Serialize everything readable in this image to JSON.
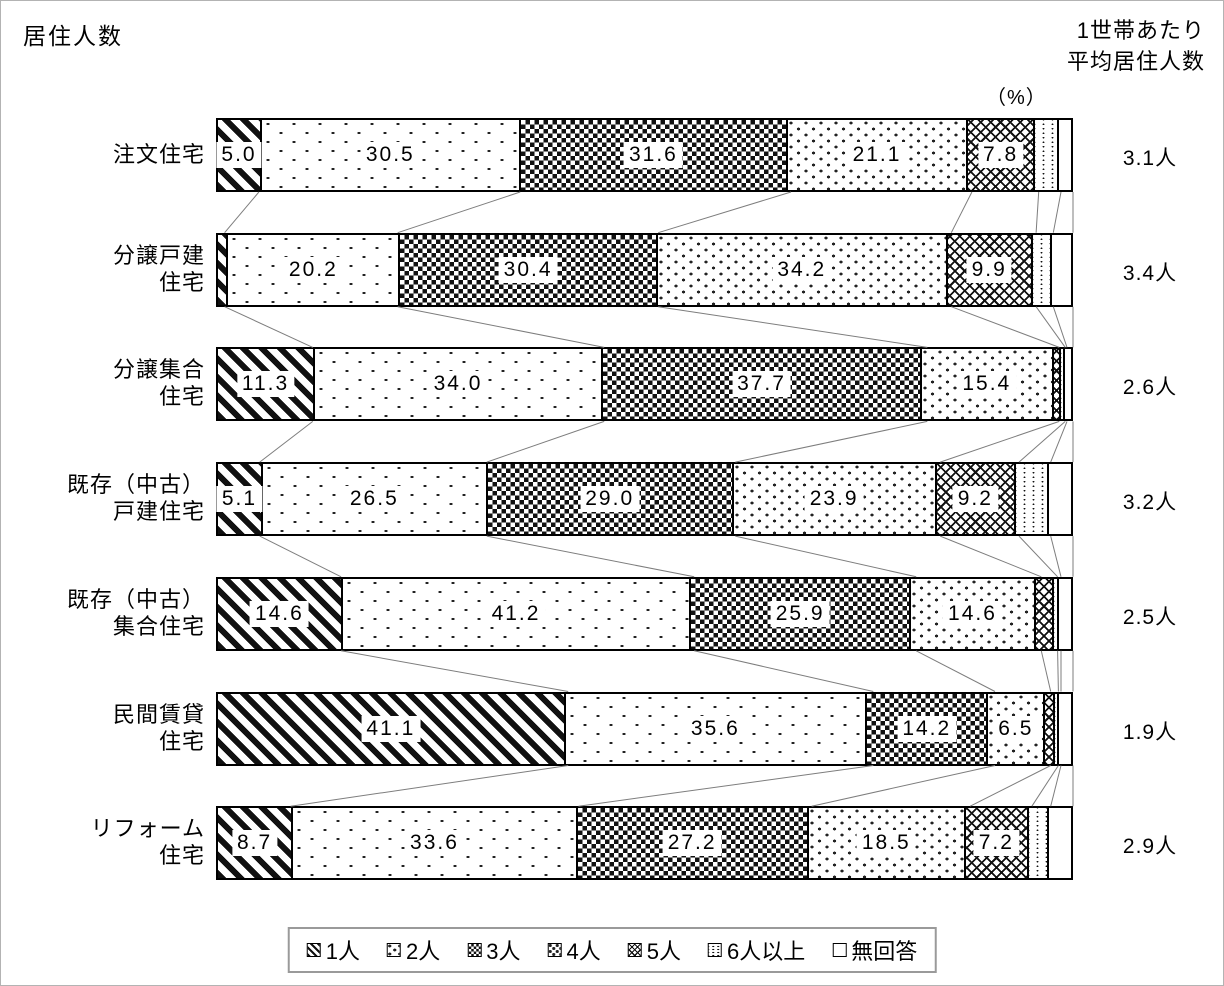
{
  "title": "居住人数",
  "right_header": {
    "line1": "1世帯あたり",
    "line2": "平均居住人数"
  },
  "unit_label": "（%）",
  "colors": {
    "ink": "#000000",
    "connector": "#7d7d7d",
    "legend_border": "#9a9a9a"
  },
  "legend": {
    "items": [
      {
        "key": "p1",
        "label": "1人"
      },
      {
        "key": "p2",
        "label": "2人"
      },
      {
        "key": "p3",
        "label": "3人"
      },
      {
        "key": "p4",
        "label": "4人"
      },
      {
        "key": "p5",
        "label": "5人"
      },
      {
        "key": "p6",
        "label": "6人以上"
      },
      {
        "key": "p7",
        "label": "無回答"
      }
    ]
  },
  "chart_data": {
    "type": "bar",
    "variant": "horizontal-stacked-100pct",
    "unit": "%",
    "series_labels": [
      "1人",
      "2人",
      "3人",
      "4人",
      "5人",
      "6人以上",
      "無回答"
    ],
    "categories": [
      "注文住宅",
      "分譲戸建住宅",
      "分譲集合住宅",
      "既存（中古）戸建住宅",
      "既存（中古）集合住宅",
      "民間賃貸住宅",
      "リフォーム住宅"
    ],
    "xlim": [
      0,
      100
    ],
    "grid": false,
    "legend_position": "bottom",
    "right_axis_label": "1世帯あたり平均居住人数",
    "rows": [
      {
        "label_lines": [
          "注文住宅"
        ],
        "values": [
          5.0,
          30.5,
          31.6,
          21.1,
          7.8,
          2.6,
          1.4
        ],
        "display": [
          "5.0",
          "30.5",
          "31.6",
          "21.1",
          "7.8",
          "",
          ""
        ],
        "avg": "3.1人"
      },
      {
        "label_lines": [
          "分譲戸建",
          "住宅"
        ],
        "values": [
          1.0,
          20.2,
          30.4,
          34.2,
          9.9,
          2.0,
          2.3
        ],
        "display": [
          "",
          "20.2",
          "30.4",
          "34.2",
          "9.9",
          "",
          ""
        ],
        "avg": "3.4人"
      },
      {
        "label_lines": [
          "分譲集合",
          "住宅"
        ],
        "values": [
          11.3,
          34.0,
          37.7,
          15.4,
          0.7,
          0.2,
          0.7
        ],
        "display": [
          "11.3",
          "34.0",
          "37.7",
          "15.4",
          "",
          "",
          ""
        ],
        "avg": "2.6人"
      },
      {
        "label_lines": [
          "既存（中古）",
          "戸建住宅"
        ],
        "values": [
          5.1,
          26.5,
          29.0,
          23.9,
          9.2,
          3.7,
          2.6
        ],
        "display": [
          "5.1",
          "26.5",
          "29.0",
          "23.9",
          "9.2",
          "",
          ""
        ],
        "avg": "3.2人"
      },
      {
        "label_lines": [
          "既存（中古）",
          "集合住宅"
        ],
        "values": [
          14.6,
          41.2,
          25.9,
          14.6,
          1.9,
          0.4,
          1.4
        ],
        "display": [
          "14.6",
          "41.2",
          "25.9",
          "14.6",
          "",
          "",
          ""
        ],
        "avg": "2.5人"
      },
      {
        "label_lines": [
          "民間賃貸",
          "住宅"
        ],
        "values": [
          41.1,
          35.6,
          14.2,
          6.5,
          0.9,
          0.3,
          1.4
        ],
        "display": [
          "41.1",
          "35.6",
          "14.2",
          "6.5",
          "",
          "",
          ""
        ],
        "avg": "1.9人"
      },
      {
        "label_lines": [
          "リフォーム",
          "住宅"
        ],
        "values": [
          8.7,
          33.6,
          27.2,
          18.5,
          7.2,
          2.2,
          2.6
        ],
        "display": [
          "8.7",
          "33.6",
          "27.2",
          "18.5",
          "7.2",
          "",
          ""
        ],
        "avg": "2.9人"
      }
    ]
  }
}
